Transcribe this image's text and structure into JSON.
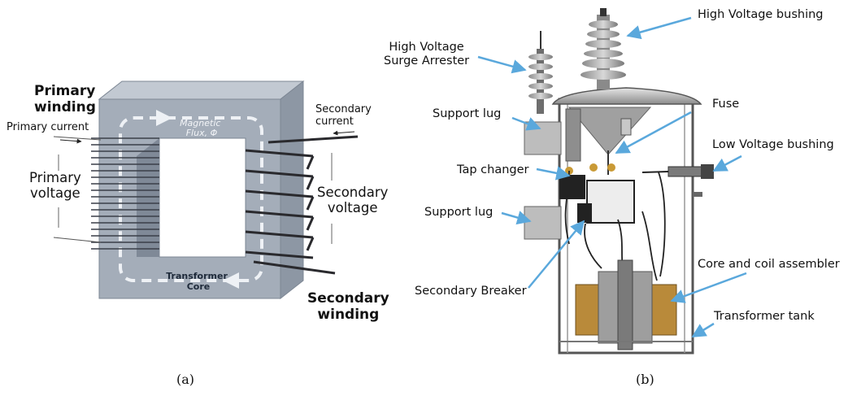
{
  "panel_a": {
    "caption": "(a)",
    "primary_winding": [
      "Primary",
      "winding"
    ],
    "primary_current": "Primary current",
    "primary_voltage": [
      "Primary",
      "voltage"
    ],
    "secondary_current": [
      "Secondary",
      "current"
    ],
    "secondary_voltage": [
      "Secondary",
      "voltage"
    ],
    "secondary_winding": [
      "Secondary",
      "winding"
    ],
    "core_flux": [
      "Magnetic",
      "Flux, Φ"
    ],
    "core_name": [
      "Transformer",
      "Core"
    ]
  },
  "panel_b": {
    "caption": "(b)",
    "high_voltage_bushing": "High Voltage bushing",
    "surge_arrester": [
      "High Voltage",
      "Surge Arrester"
    ],
    "support_lug_top": "Support lug",
    "fuse": "Fuse",
    "low_voltage_bushing": "Low Voltage bushing",
    "tap_changer": "Tap changer",
    "support_lug_bottom": "Support lug",
    "secondary_breaker": "Secondary Breaker",
    "core_coil": "Core and coil assembler",
    "transformer_tank": "Transformer tank"
  },
  "colors": {
    "arrow": "#5aa8dc",
    "core": "#a4adb9",
    "core_top": "#c2c9d2",
    "winding": "#2a2a2e",
    "coil": "#b98a3a"
  }
}
